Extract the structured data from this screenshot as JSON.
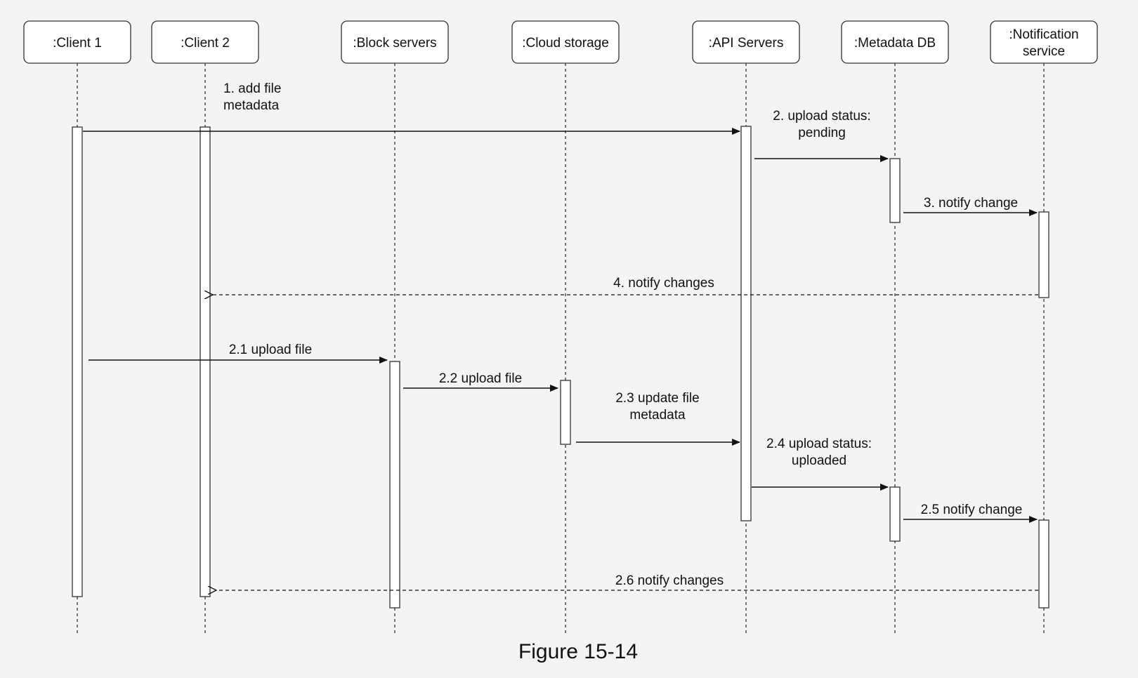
{
  "participants": [
    {
      "id": "client1",
      "label": ":Client 1"
    },
    {
      "id": "client2",
      "label": ":Client 2"
    },
    {
      "id": "block",
      "label": ":Block servers"
    },
    {
      "id": "cloud",
      "label": ":Cloud storage"
    },
    {
      "id": "api",
      "label": ":API Servers"
    },
    {
      "id": "metadb",
      "label": ":Metadata DB"
    },
    {
      "id": "notify",
      "label": ":Notification service",
      "lines": [
        ":Notification",
        "service"
      ]
    }
  ],
  "messages": [
    {
      "id": "m1",
      "lines": [
        "1. add file",
        "metadata"
      ],
      "from": "client1",
      "to": "api",
      "kind": "sync"
    },
    {
      "id": "m2",
      "lines": [
        "2. upload status:",
        "pending"
      ],
      "from": "api",
      "to": "metadb",
      "kind": "sync"
    },
    {
      "id": "m3",
      "lines": [
        "3. notify change"
      ],
      "from": "metadb",
      "to": "notify",
      "kind": "sync"
    },
    {
      "id": "m4",
      "lines": [
        "4. notify changes"
      ],
      "from": "notify",
      "to": "client2",
      "kind": "return"
    },
    {
      "id": "m21",
      "lines": [
        "2.1 upload file"
      ],
      "from": "client1",
      "to": "block",
      "kind": "sync"
    },
    {
      "id": "m22",
      "lines": [
        "2.2 upload file"
      ],
      "from": "block",
      "to": "cloud",
      "kind": "sync"
    },
    {
      "id": "m23",
      "lines": [
        "2.3 update file",
        "metadata"
      ],
      "from": "cloud",
      "to": "api",
      "kind": "sync"
    },
    {
      "id": "m24",
      "lines": [
        "2.4 upload status:",
        "uploaded"
      ],
      "from": "api",
      "to": "metadb",
      "kind": "sync"
    },
    {
      "id": "m25",
      "lines": [
        "2.5 notify change"
      ],
      "from": "metadb",
      "to": "notify",
      "kind": "sync"
    },
    {
      "id": "m26",
      "lines": [
        "2.6 notify changes"
      ],
      "from": "notify",
      "to": "client2",
      "kind": "return"
    }
  ],
  "caption": "Figure 15-14"
}
